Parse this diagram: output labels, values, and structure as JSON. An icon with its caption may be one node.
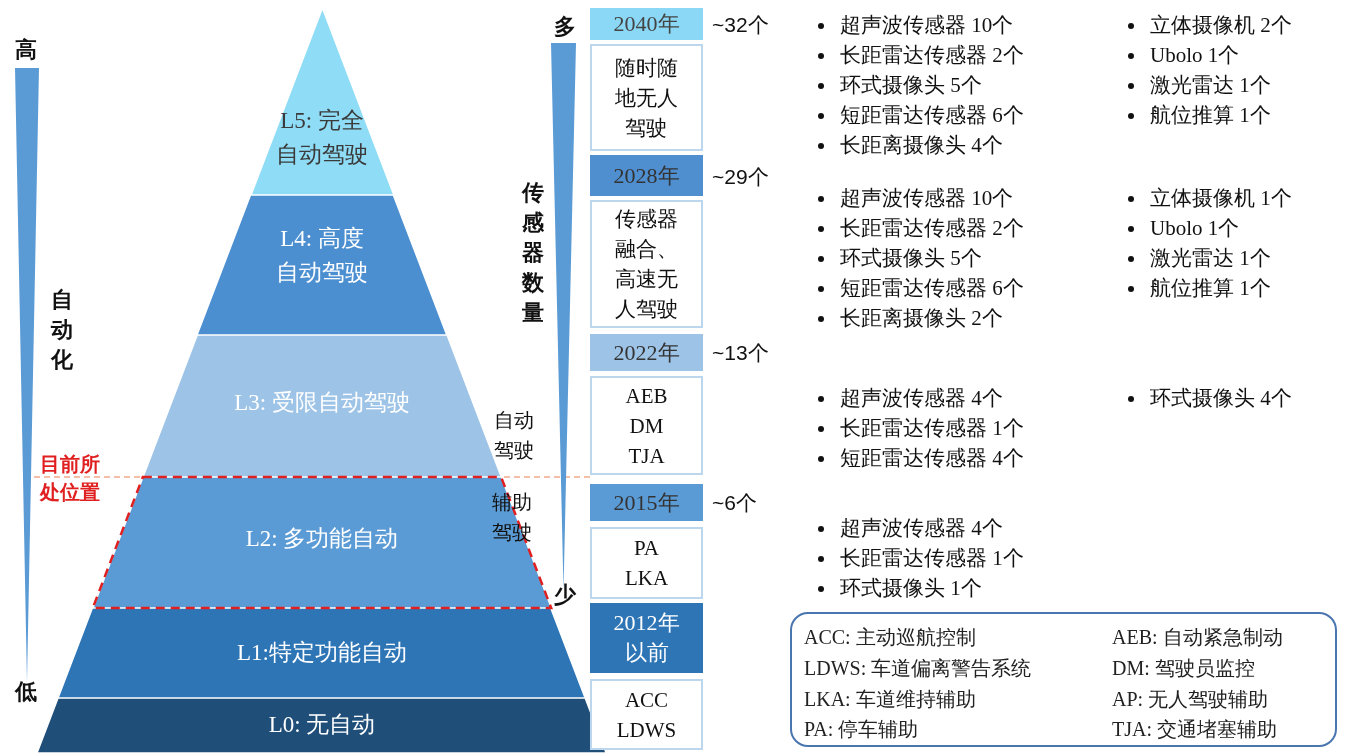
{
  "diagram": {
    "nodes": [
      {
        "text": [
          "L5: 完全自动驾驶"
        ]
      },
      {
        "text": [
          "L4: 高度自动驾驶"
        ]
      },
      {
        "text": [
          "L3: 受限自动驾驶"
        ]
      },
      {
        "text": [
          "L2: 多功能自动"
        ]
      },
      {
        "text": [
          "L1:特定功能自动"
        ]
      },
      {
        "text": [
          "L0: 无自动"
        ]
      },
      {
        "text": [
          "2040年"
        ]
      },
      {
        "text": [
          "随时随地无人驾驶"
        ]
      },
      {
        "text": [
          "2028年"
        ]
      },
      {
        "text": [
          "传感器融合、高速无人驾驶"
        ]
      },
      {
        "text": [
          "2022年"
        ]
      },
      {
        "text": [
          "AEB",
          "DM",
          "TJA"
        ]
      },
      {
        "text": [
          "2015年"
        ]
      },
      {
        "text": [
          "PA",
          "LKA"
        ]
      },
      {
        "text": [
          "2012年以前"
        ]
      },
      {
        "text": [
          "ACC",
          "LDWS"
        ]
      },
      {
        "text": [
          "ACC: 主动巡航控制",
          "AEB: 自动紧急制动",
          "LDWS: 车道偏离警告系统",
          "DM: 驾驶员监控",
          "LKA: 车道维持辅助",
          "AP: 无人驾驶辅助",
          "PA: 停车辅助",
          "TJA: 交通堵塞辅助"
        ]
      },
      {
        "text": [],
        "shape": "bar"
      },
      {
        "text": [],
        "shape": "bar"
      }
    ],
    "labels": [
      "高",
      "自动化",
      "低",
      "目前所处位置",
      "自动驾驶",
      "辅助驾驶",
      "多",
      "传感器数量",
      "少",
      "~32个",
      "超声波传感器 10个",
      "长距雷达传感器 2个",
      "环式摄像头 5个",
      "短距雷达传感器 6个",
      "长距离摄像头 4个",
      "立体摄像机 2个",
      "Ubolo 1个",
      "激光雷达 1个",
      "航位推算 1个",
      "~29个",
      "超声波传感器 10个",
      "长距雷达传感器 2个",
      "环式摄像头 5个",
      "短距雷达传感器 6个",
      "长距离摄像头 2个",
      "立体摄像机 1个",
      "Ubolo 1个",
      "激光雷达 1个",
      "航位推算 1个",
      "~13个",
      "超声波传感器 4个",
      "长距雷达传感器 1个",
      "短距雷达传感器 4个",
      "环式摄像头 4个",
      "~6个",
      "超声波传感器 4个",
      "长距雷达传感器 1个",
      "环式摄像头 1个"
    ]
  }
}
